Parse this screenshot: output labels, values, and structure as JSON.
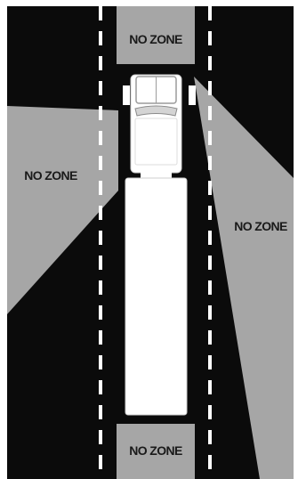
{
  "colors": {
    "road": "#0b0b0b",
    "zone": "#a6a6a6",
    "truck": "#ffffff",
    "truck_outline": "#cfcfcf",
    "lane_marking": "#ffffff",
    "label": "#1a1a1a",
    "margin": "#ffffff"
  },
  "zones": {
    "front": {
      "label": "NO ZONE"
    },
    "left": {
      "label": "NO ZONE"
    },
    "right": {
      "label": "NO ZONE"
    },
    "rear": {
      "label": "NO ZONE"
    }
  }
}
